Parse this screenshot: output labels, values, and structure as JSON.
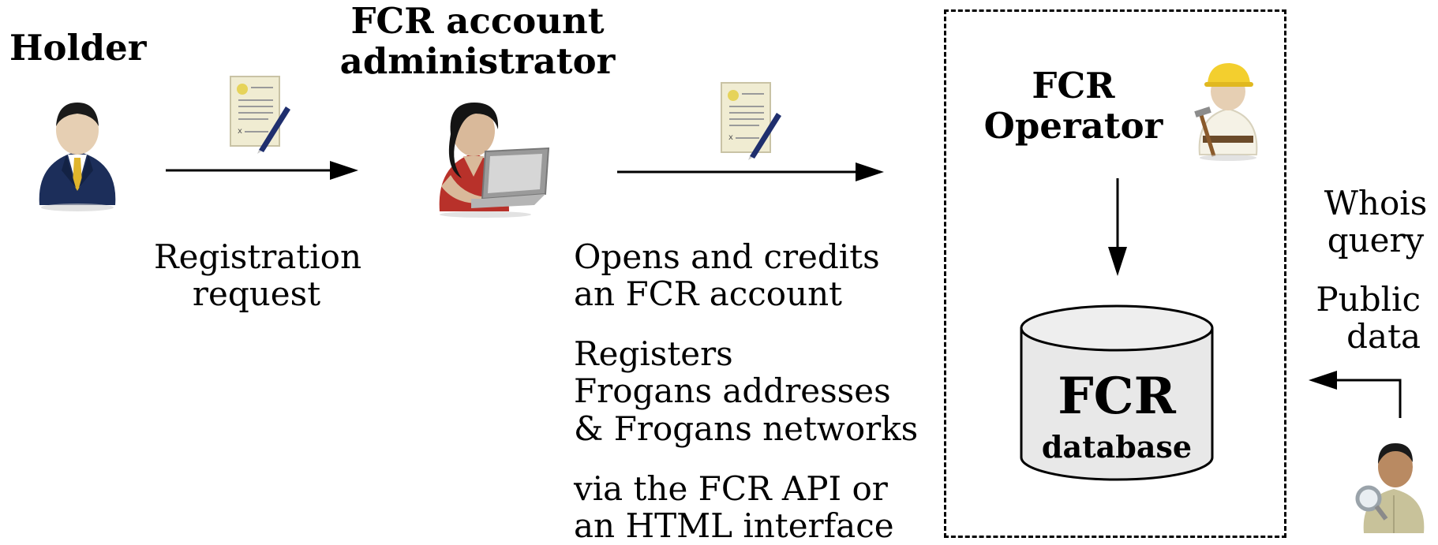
{
  "holder": {
    "title": "Holder"
  },
  "administrator": {
    "title_lines": [
      "FCR account",
      "administrator"
    ]
  },
  "operator": {
    "title_lines": [
      "FCR",
      "Operator"
    ]
  },
  "database": {
    "name": "FCR",
    "sub": "database"
  },
  "flow1": {
    "label_lines": [
      "Registration",
      "request"
    ]
  },
  "flow2": {
    "label_lines": [
      "Opens and credits",
      "an FCR account"
    ],
    "registers_lines": [
      "Registers",
      "Frogans addresses",
      "& Frogans networks"
    ],
    "via_lines": [
      "via the FCR API or",
      "an HTML interface"
    ]
  },
  "public": {
    "whois_lines": [
      "Whois",
      "query"
    ],
    "public_lines": [
      "Public",
      "data"
    ]
  },
  "icons": {
    "holder": "businessman-icon",
    "administrator": "woman-with-laptop-icon",
    "operator": "worker-with-hard-hat-icon",
    "public_user": "person-with-magnifier-icon",
    "document": "signed-document-icon",
    "database": "database-cylinder-icon"
  },
  "colors": {
    "ink": "#000000",
    "suit": "#1c2e5a",
    "skin": "#d9b99a",
    "red_shirt": "#b8312a",
    "hard_hat": "#f3cf2e",
    "database_fill": "#e8e8e8",
    "paper": "#f0ecd2"
  }
}
